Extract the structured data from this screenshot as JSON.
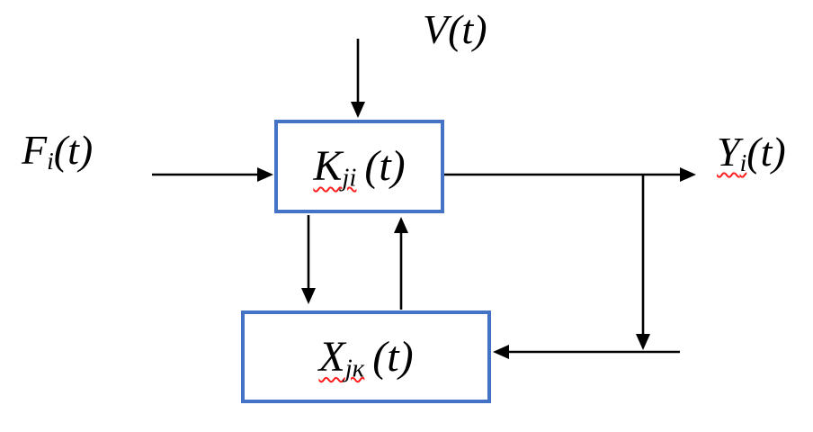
{
  "diagram": {
    "type": "block-diagram",
    "colors": {
      "background": "#ffffff",
      "box_border": "#4472c4",
      "box_fill": "#ffffff",
      "wire": "#000000",
      "spellcheck_squiggle": "#ff1f1f",
      "text": "#000000"
    },
    "boxes": {
      "k": {
        "label": {
          "main": "K",
          "sub": "ji",
          "suffix": "(t)"
        },
        "squiggle_under": "K_ji"
      },
      "x": {
        "label": {
          "main": "X",
          "sub": "jк",
          "suffix": "(t)"
        },
        "squiggle_under": "X_jк"
      }
    },
    "labels": {
      "v": {
        "main": "V",
        "suffix": "(t)"
      },
      "f": {
        "main": "F",
        "sub": "i",
        "suffix": "(t)"
      },
      "y": {
        "main": "Y",
        "sub": "i",
        "suffix": "(t)",
        "squiggle_under": "Y_i"
      }
    },
    "arrows": [
      {
        "name": "v-input-arrow",
        "from": "V(t)",
        "to": "K box top",
        "direction": "down"
      },
      {
        "name": "f-input-arrow",
        "from": "F_i(t)",
        "to": "K box left",
        "direction": "right"
      },
      {
        "name": "output-arrow",
        "from": "K box right",
        "to": "Y_i(t)",
        "direction": "right"
      },
      {
        "name": "feedback-branch-arrow",
        "from": "output line",
        "to": "feedback line",
        "direction": "down"
      },
      {
        "name": "feedback-return-arrow",
        "from": "feedback line",
        "to": "X box right",
        "direction": "left"
      },
      {
        "name": "k-to-x-arrow",
        "from": "K box bottom",
        "to": "X box top",
        "direction": "down"
      },
      {
        "name": "x-to-k-arrow",
        "from": "X box top",
        "to": "K box bottom",
        "direction": "up"
      }
    ]
  }
}
